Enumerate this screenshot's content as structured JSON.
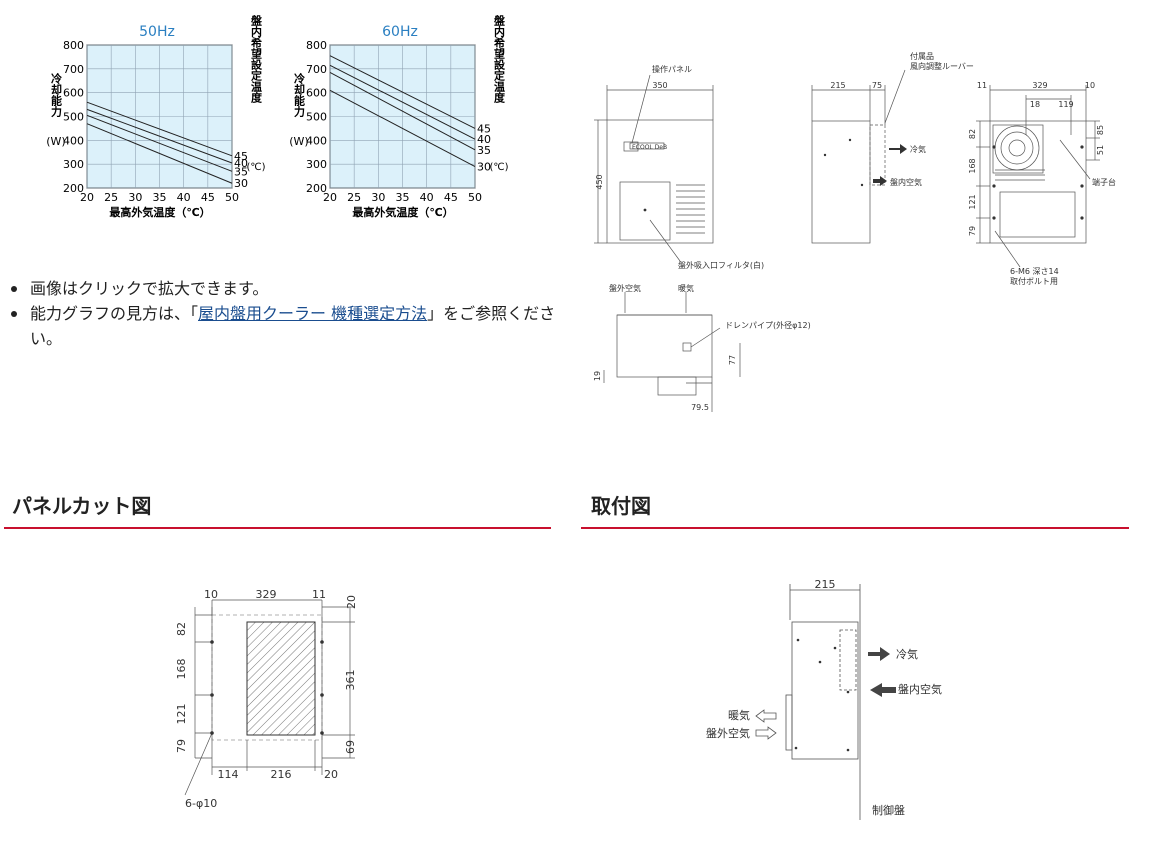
{
  "graphs": {
    "axis_x_ticks": [
      "20",
      "25",
      "30",
      "35",
      "40",
      "45",
      "50"
    ],
    "axis_y_ticks": [
      "800",
      "700",
      "600",
      "500",
      "400",
      "300",
      "200"
    ],
    "ylabel_left": "冷却能力",
    "ylabel_unit": "(W)",
    "xlabel": "最高外気温度（℃）",
    "right_label": "盤内希望設定温度",
    "right_unit": "(℃)",
    "line_labels": [
      "45",
      "40",
      "35",
      "30"
    ]
  },
  "chart_data": [
    {
      "type": "line",
      "title": "50Hz",
      "xlabel": "最高外気温度（℃）",
      "ylabel": "冷却能力 (W)",
      "xlim": [
        20,
        50
      ],
      "ylim": [
        200,
        800
      ],
      "grid": true,
      "x": [
        20,
        50
      ],
      "series": [
        {
          "name": "45",
          "values": [
            560,
            335
          ]
        },
        {
          "name": "40",
          "values": [
            530,
            305
          ]
        },
        {
          "name": "35",
          "values": [
            505,
            270
          ]
        },
        {
          "name": "30",
          "values": [
            470,
            220
          ]
        }
      ]
    },
    {
      "type": "line",
      "title": "60Hz",
      "xlabel": "最高外気温度（℃）",
      "ylabel": "冷却能力 (W)",
      "xlim": [
        20,
        50
      ],
      "ylim": [
        200,
        800
      ],
      "grid": true,
      "x": [
        20,
        50
      ],
      "series": [
        {
          "name": "45",
          "values": [
            755,
            450
          ]
        },
        {
          "name": "40",
          "values": [
            715,
            405
          ]
        },
        {
          "name": "35",
          "values": [
            685,
            360
          ]
        },
        {
          "name": "30",
          "values": [
            610,
            290
          ]
        }
      ]
    }
  ],
  "notes": {
    "item1": "画像はクリックで拡大できます。",
    "item2_before": "能力グラフの見方は、「",
    "item2_link": "屋内盤用クーラー 機種選定方法",
    "item2_after": "」をご参照ください。"
  },
  "sections": {
    "panel_cut": "パネルカット図",
    "mounting": "取付図"
  },
  "dims_top": {
    "operation_panel": "操作パネル",
    "accessory": "付属品",
    "louver": "風向調整ルーバー",
    "cold_air": "冷気",
    "panel_air": "盤内空気",
    "terminal": "端子台",
    "intake_filter": "盤外吸入口フィルタ(白)",
    "outside_air": "盤外空気",
    "warm_air": "暖気",
    "drain_pipe": "ドレンパイプ(外径φ12)",
    "bolt": "6-M6 深さ14",
    "bolt_note": "取付ボルト用",
    "brand": "ECOOL DeB",
    "d350": "350",
    "d450": "450",
    "d215": "215",
    "d75": "75",
    "d11": "11",
    "d329": "329",
    "d10": "10",
    "d18": "18",
    "d119": "119",
    "d82": "82",
    "d168": "168",
    "d121": "121",
    "d79": "79",
    "d85": "85",
    "d51": "51",
    "d19": "19",
    "d77": "77",
    "d79_5": "79.5"
  },
  "dims_cut": {
    "d10": "10",
    "d329": "329",
    "d11": "11",
    "d20": "20",
    "d82": "82",
    "d168": "168",
    "d121": "121",
    "d79": "79",
    "d361": "361",
    "d69": "69",
    "d114": "114",
    "d216": "216",
    "d20b": "20",
    "holes": "6-φ10"
  },
  "dims_mount": {
    "d215": "215",
    "cold_air": "冷気",
    "panel_air": "盤内空気",
    "warm_air": "暖気",
    "outside_air": "盤外空気",
    "control_panel": "制御盤"
  },
  "colors": {
    "graph_bg": "#dcf1fa",
    "freq_title": "#2a7fc1",
    "rule": "#c8102e",
    "link": "#1a4d8f"
  }
}
